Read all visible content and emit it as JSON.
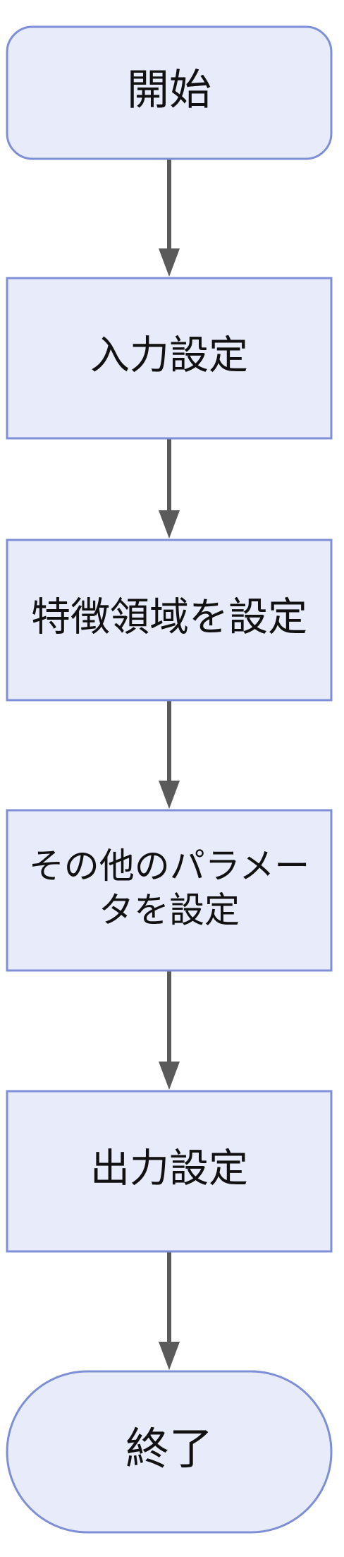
{
  "diagram": {
    "type": "flowchart",
    "direction": "top-to-bottom",
    "colors": {
      "node_fill": "#e8ecfa",
      "node_stroke": "#7f8fd7",
      "edge": "#5a5a5a",
      "text": "#111111"
    },
    "nodes": [
      {
        "id": "start",
        "shape": "rounded",
        "lines": [
          "開始"
        ]
      },
      {
        "id": "input",
        "shape": "rect",
        "lines": [
          "入力設定"
        ]
      },
      {
        "id": "feature",
        "shape": "rect",
        "lines": [
          "特徴領域を設定"
        ]
      },
      {
        "id": "params",
        "shape": "rect",
        "lines": [
          "その他のパラメー",
          "タを設定"
        ]
      },
      {
        "id": "output",
        "shape": "rect",
        "lines": [
          "出力設定"
        ]
      },
      {
        "id": "end",
        "shape": "stadium",
        "lines": [
          "終了"
        ]
      }
    ],
    "edges": [
      {
        "from": "start",
        "to": "input"
      },
      {
        "from": "input",
        "to": "feature"
      },
      {
        "from": "feature",
        "to": "params"
      },
      {
        "from": "params",
        "to": "output"
      },
      {
        "from": "output",
        "to": "end"
      }
    ]
  }
}
